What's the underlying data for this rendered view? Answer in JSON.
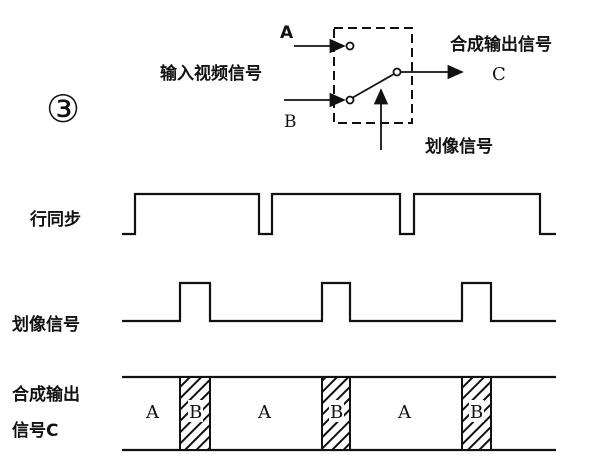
{
  "circuit": {
    "circled_number": "③",
    "input_a": "A",
    "input_b": "B",
    "input_label": "输入视频信号",
    "output_label": "合成输出信号",
    "output_c": "C",
    "wipe_label": "划像信号"
  },
  "waveforms": {
    "hsync_label": "行同步",
    "wipe_label": "划像信号",
    "composite_label_line1": "合成输出",
    "composite_label_line2": "信号C",
    "segments": [
      "A",
      "B",
      "A",
      "B",
      "A",
      "B"
    ]
  }
}
